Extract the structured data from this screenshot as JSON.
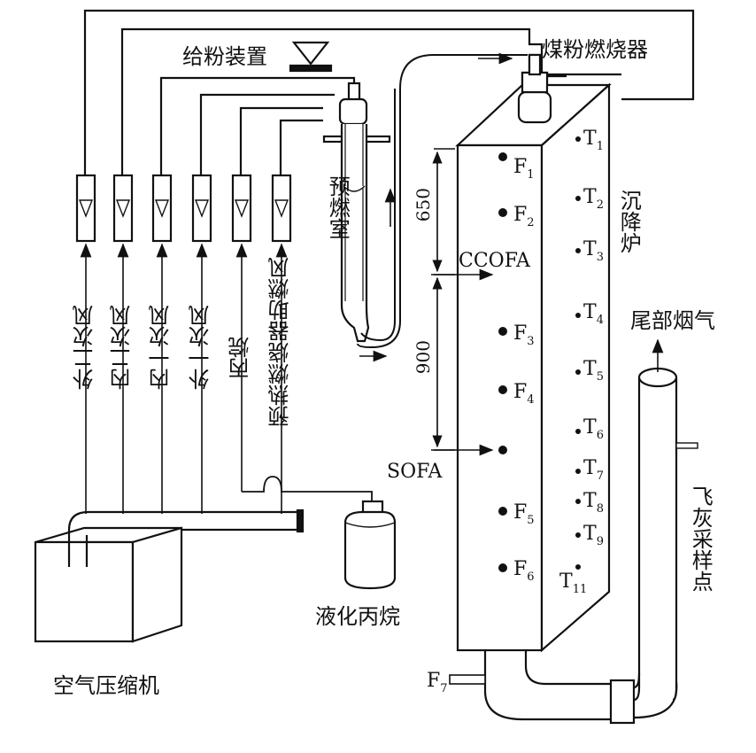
{
  "labels": {
    "feeder": "给粉装置",
    "coal_burner": "煤粉燃烧器",
    "preheat_chamber": "预燃室",
    "drop_tube_furnace": "沉降炉",
    "tail_gas": "尾部烟气",
    "ash_sampling": "飞灰采样点",
    "air_compressor": "空气压缩机",
    "lpg": "液化丙烷",
    "ccofa": "CCOFA",
    "sofa": "SOFA",
    "dim_650": "650",
    "dim_900": "900"
  },
  "air_lines": [
    "外二次风",
    "内二次风",
    "内一次风",
    "外一次风",
    "丙烷",
    "预热燃烧器助燃风"
  ],
  "ports_F": [
    {
      "main": "F",
      "sub": "1"
    },
    {
      "main": "F",
      "sub": "2"
    },
    {
      "main": "F",
      "sub": "3"
    },
    {
      "main": "F",
      "sub": "4"
    },
    {
      "main": "F",
      "sub": "5"
    },
    {
      "main": "F",
      "sub": "6"
    },
    {
      "main": "F",
      "sub": "7"
    }
  ],
  "thermo_T": [
    {
      "main": "T",
      "sub": "1"
    },
    {
      "main": "T",
      "sub": "2"
    },
    {
      "main": "T",
      "sub": "3"
    },
    {
      "main": "T",
      "sub": "4"
    },
    {
      "main": "T",
      "sub": "5"
    },
    {
      "main": "T",
      "sub": "6"
    },
    {
      "main": "T",
      "sub": "7"
    },
    {
      "main": "T",
      "sub": "8"
    },
    {
      "main": "T",
      "sub": "9"
    },
    {
      "main": "T",
      "sub": "11"
    }
  ]
}
